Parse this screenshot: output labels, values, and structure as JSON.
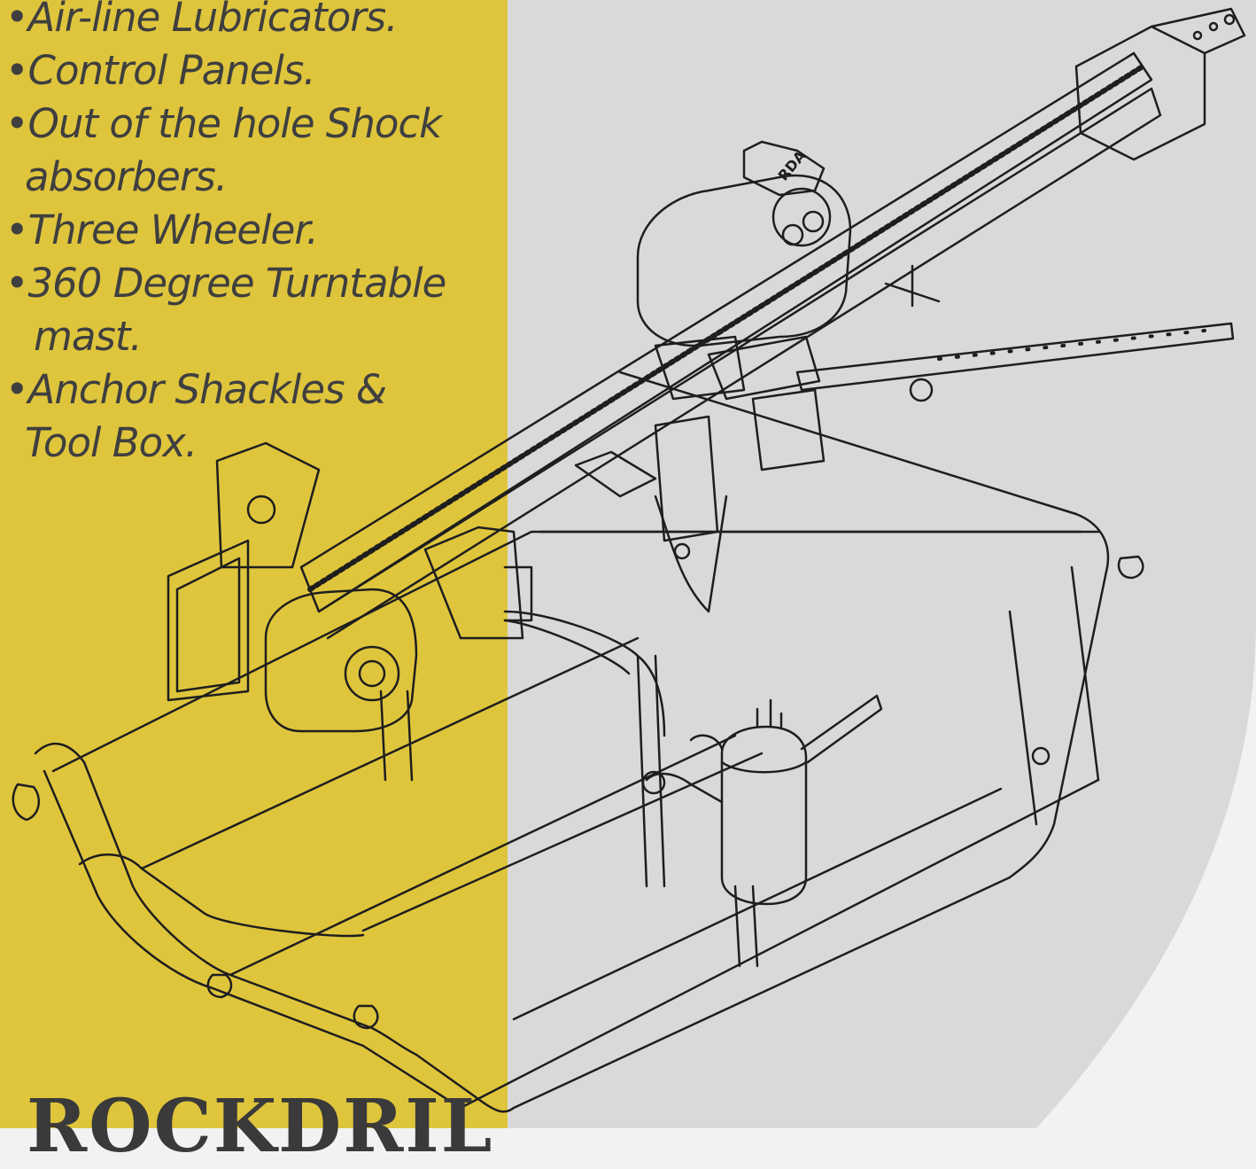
{
  "features": [
    "•Air-line Lubricators.",
    "•Control Panels.",
    "•Out of the hole Shock",
    "absorbers.",
    "•Three Wheeler.",
    "•360 Degree Turntable",
    "mast.",
    "•Anchor Shackles &",
    "Tool Box."
  ],
  "illustration_label": "RDA",
  "brand": {
    "logo_text": "ROCKDRIL"
  },
  "colors": {
    "accent_yellow": "#dfc53c",
    "background_grey": "#d9d9d9",
    "page_light": "#f2f2f2",
    "text_dark": "#3f3f3f"
  }
}
